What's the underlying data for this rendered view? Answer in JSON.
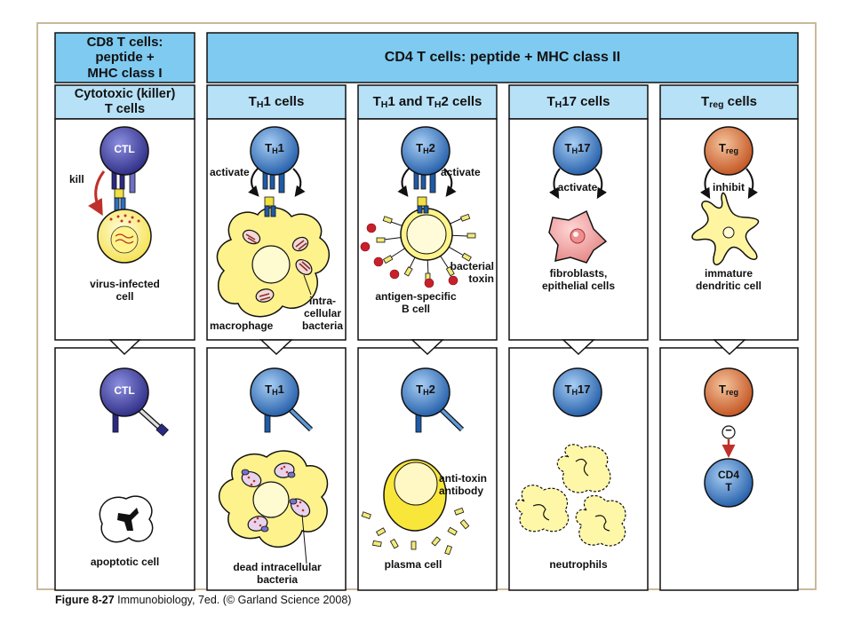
{
  "cd8_header": {
    "l1": "CD8 T cells:",
    "l2": "peptide +",
    "l3": "MHC class I"
  },
  "cd4_header": "CD4 T cells: peptide + MHC class II",
  "columns": {
    "ctl": {
      "h1": "Cytotoxic (killer)",
      "h2": "T cells",
      "cell_top": "CTL",
      "cell_bottom": "CTL",
      "action": "kill",
      "target1": "virus-infected",
      "target2": "cell",
      "result": "apoptotic cell"
    },
    "th1": {
      "h_main": "T",
      "h_sub": "H",
      "h_rest": "1 cells",
      "cell_main": "T",
      "cell_sub": "H",
      "cell_rest": "1",
      "action": "activate",
      "target": "macrophage",
      "bact1": "intra-",
      "bact2": "cellular",
      "bact3": "bacteria",
      "result1": "dead intracellular",
      "result2": "bacteria"
    },
    "th2": {
      "h_a": "T",
      "h_a_sub": "H",
      "h_b": "1 and T",
      "h_b_sub": "H",
      "h_c": "2 cells",
      "cell_main": "T",
      "cell_sub": "H",
      "cell_rest": "2",
      "action": "activate",
      "toxin1": "bacterial",
      "toxin2": "toxin",
      "target1": "antigen-specific",
      "target2": "B cell",
      "anti1": "anti-toxin",
      "anti2": "antibody",
      "result": "plasma cell"
    },
    "th17": {
      "h_main": "T",
      "h_sub": "H",
      "h_rest": "17 cells",
      "cell_main": "T",
      "cell_sub": "H",
      "cell_rest": "17",
      "action": "activate",
      "target1": "fibroblasts,",
      "target2": "epithelial cells",
      "result": "neutrophils"
    },
    "treg": {
      "h_main": "T",
      "h_sub": "reg",
      "h_rest": " cells",
      "cell_main": "T",
      "cell_sub": "reg",
      "action": "inhibit",
      "target1": "immature",
      "target2": "dendritic cell",
      "minus": "−",
      "result_l1": "CD4",
      "result_l2": "T"
    }
  },
  "caption": {
    "fig": "Figure 8-27",
    "rest": " Immunobiology, 7ed. (© Garland Science 2008)"
  },
  "colors": {
    "header_blue": "#7fcaf0",
    "subheader_blue": "#b7e1f7",
    "ctl_purple": "#3d3c97",
    "th_blue": "#2e6fbd",
    "treg_orange": "#d2642a",
    "yellow": "#fff17a",
    "arrow_red": "#c0302a"
  }
}
